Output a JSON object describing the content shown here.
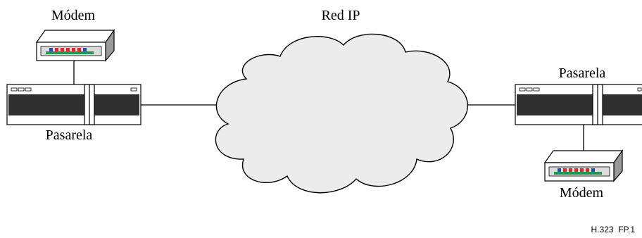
{
  "figure": {
    "id": "H.323  FP.1"
  },
  "network": {
    "label": "Red IP"
  },
  "left": {
    "modem_label": "Módem",
    "gateway_label": "Pasarela"
  },
  "right": {
    "modem_label": "Módem",
    "gateway_label": "Pasarela"
  },
  "colors": {
    "cloud_fill": "#ececec",
    "gateway_band": "#2f2f2f",
    "modem_light_red": "#e3262a",
    "modem_base_green": "#1f9a52",
    "modem_light_blue": "#2a4da8"
  },
  "icons": [
    "modem-icon",
    "gateway-icon",
    "cloud-icon"
  ]
}
